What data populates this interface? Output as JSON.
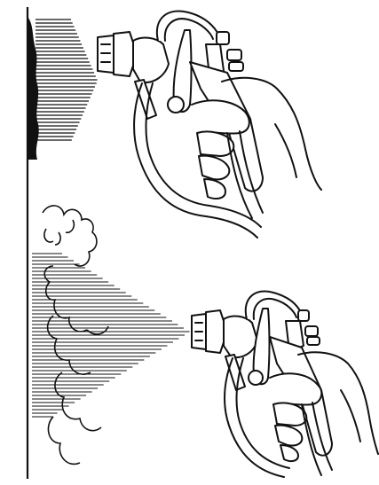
{
  "illustration": {
    "subject": "spray-gun-technique",
    "panels": [
      {
        "name": "close-spray",
        "gun": "spray-gun",
        "surface": "wall"
      },
      {
        "name": "distant-spray",
        "gun": "spray-gun",
        "surface": "wall",
        "overspray": true
      }
    ],
    "colors": {
      "ink": "#111111",
      "paper": "#ffffff"
    }
  }
}
